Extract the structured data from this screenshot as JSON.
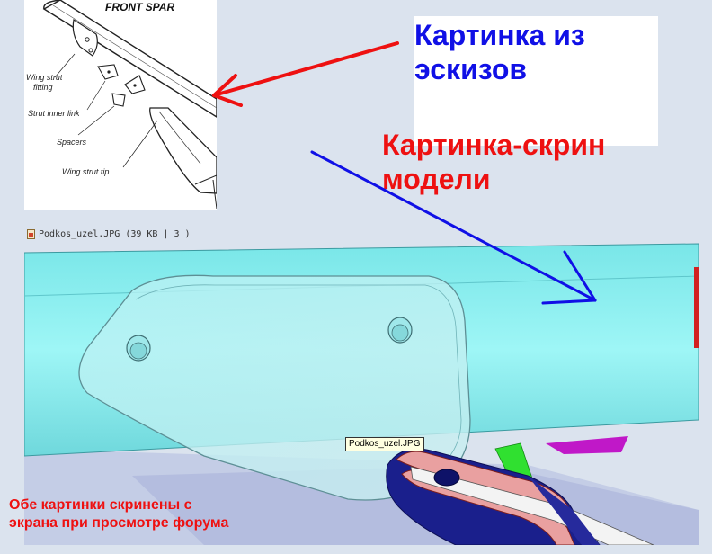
{
  "sketch": {
    "title": "FRONT SPAR",
    "labels": {
      "fitting_line1": "Wing strut",
      "fitting_line2": "fitting",
      "inner_link": "Strut inner link",
      "spacers": "Spacers",
      "strut_tip": "Wing strut tip"
    }
  },
  "annotations": {
    "sketch_caption_line1": "Картинка из",
    "sketch_caption_line2": "эскизов",
    "model_caption_line1": "Картинка-скрин",
    "model_caption_line2": "модели",
    "footnote_line1": "Обе картинки скринены с",
    "footnote_line2": "экрана при просмотре форума"
  },
  "attachment": {
    "filename_caption": "Podkos_uzel.JPG (39 KB | 3 )",
    "tooltip": "Podkos_uzel.JPG"
  },
  "colors": {
    "annotation_red": "#ee1111",
    "annotation_blue": "#1010e6",
    "model_cyan": "#8df2f2",
    "model_navy": "#1a1f8c",
    "model_pink": "#e9a0a0",
    "model_magenta": "#c018c8",
    "model_green": "#30e030"
  }
}
